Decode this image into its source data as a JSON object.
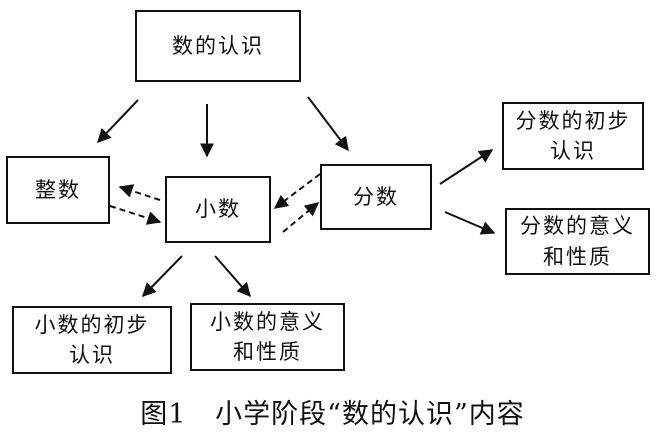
{
  "nodes": {
    "root": "数的认识",
    "integer": "整数",
    "decimal": "小数",
    "fraction": "分数",
    "frac_initial": "分数的初步\n认识",
    "frac_meaning": "分数的意义\n和性质",
    "dec_initial": "小数的初步\n认识",
    "dec_meaning": "小数的意义\n和性质"
  },
  "caption": {
    "number": "图1",
    "title": "小学阶段“数的认识”内容"
  },
  "colors": {
    "line": "#111111",
    "background": "#ffffff"
  }
}
